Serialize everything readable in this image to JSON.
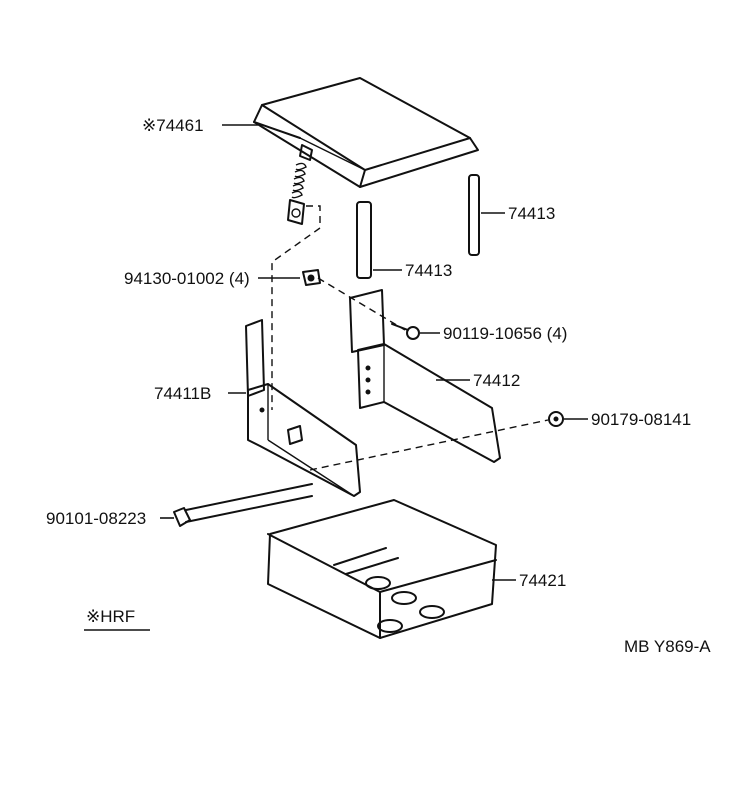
{
  "labels": {
    "p74461": "※74461",
    "p74413_right": "74413",
    "p74413_center": "74413",
    "p94130": "94130-01002 (4)",
    "p90119": "90119-10656 (4)",
    "p74411b": "74411B",
    "p74412": "74412",
    "p90179": "90179-08141",
    "p90101": "90101-08223",
    "p74421": "74421",
    "note": "※HRF",
    "code": "MB Y869-A"
  },
  "icons": [
    "battery-hold-down-cover",
    "hold-down-rod",
    "clamp-bracket-left",
    "clamp-bracket-right",
    "battery-tray",
    "bolt",
    "nut",
    "clip",
    "spring-latch"
  ],
  "colors": {
    "line": "#111111",
    "background": "#ffffff"
  }
}
